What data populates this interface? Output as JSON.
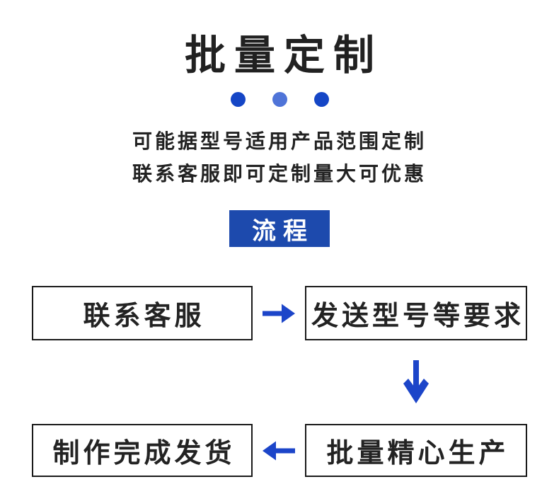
{
  "header": {
    "title": "批量定制",
    "subtitle_line1": "可能据型号适用产品范围定制",
    "subtitle_line2": "联系客服即可定制量大可优惠",
    "dot_color_outer": "#1546c6",
    "dot_color_middle": "#4f74d8"
  },
  "process": {
    "badge_label": "流程",
    "badge_bg": "#1d4aad",
    "arrow_color": "#1c45c9",
    "steps": [
      {
        "label": "联系客服"
      },
      {
        "label": "发送型号等要求"
      },
      {
        "label": "批量精心生产"
      },
      {
        "label": "制作完成发货"
      }
    ]
  }
}
